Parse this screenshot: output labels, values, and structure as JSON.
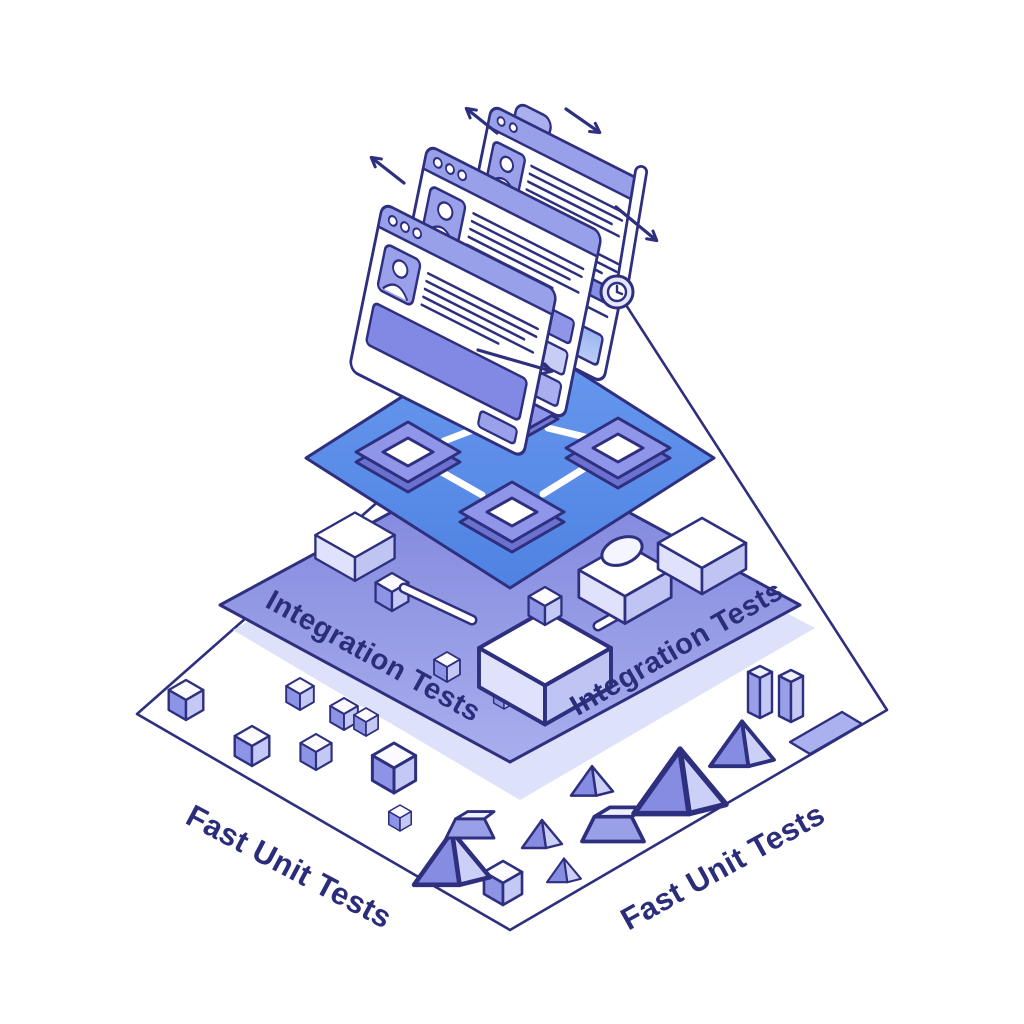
{
  "diagram": {
    "type": "test-pyramid-illustration",
    "labels": {
      "integration_left": "Integration Tests",
      "integration_right": "Integration Tests",
      "unit_left": "Fast Unit Tests",
      "unit_right": "Fast Unit Tests"
    },
    "icons": {
      "browser_windows": "browser-window-icon",
      "avatar": "avatar-icon",
      "window_dots": "window-controls-icon",
      "clock": "clock-icon",
      "arrows": "direction-arrow-icon",
      "chips": "service-node-icon",
      "lens": "lens-ellipse-icon",
      "cubes": "unit-cube-shape",
      "pyramids": "unit-pyramid-shape"
    },
    "colors": {
      "outline": "#2e2f7e",
      "text": "#2b2d7a",
      "e2e_layer_blue": "#5b8ce6",
      "integration_layer_purple": "#8289e0",
      "accent_periwinkle": "#8f96e8",
      "shape_light": "#c3c8f4",
      "shadow": "#dde1f9",
      "background": "#ffffff"
    }
  }
}
